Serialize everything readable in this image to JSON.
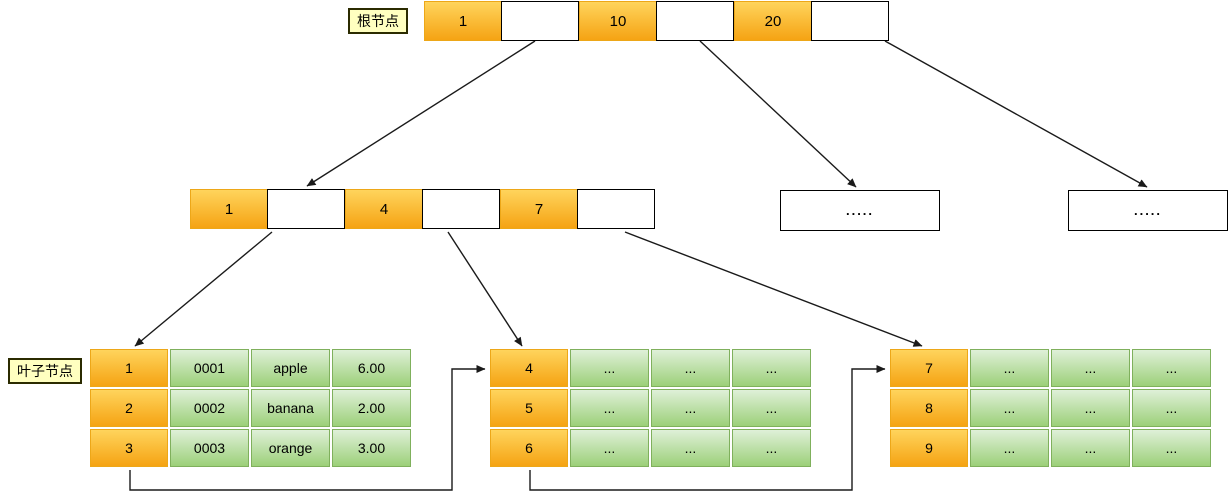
{
  "labels": {
    "root": "根节点",
    "leaf": "叶子节点"
  },
  "root_node": {
    "keys": [
      "1",
      "10",
      "20"
    ]
  },
  "internal_node": {
    "keys": [
      "1",
      "4",
      "7"
    ]
  },
  "ellipsis_nodes": [
    {
      "label": "....."
    },
    {
      "label": "....."
    }
  ],
  "leaf_tables": [
    {
      "rows": [
        [
          "1",
          "0001",
          "apple",
          "6.00"
        ],
        [
          "2",
          "0002",
          "banana",
          "2.00"
        ],
        [
          "3",
          "0003",
          "orange",
          "3.00"
        ]
      ]
    },
    {
      "rows": [
        [
          "4",
          "...",
          "...",
          "..."
        ],
        [
          "5",
          "...",
          "...",
          "..."
        ],
        [
          "6",
          "...",
          "...",
          "..."
        ]
      ]
    },
    {
      "rows": [
        [
          "7",
          "...",
          "...",
          "..."
        ],
        [
          "8",
          "...",
          "...",
          "..."
        ],
        [
          "9",
          "...",
          "...",
          "..."
        ]
      ]
    }
  ],
  "colors": {
    "key_cell_orange_top": "#ffd45c",
    "key_cell_orange_bottom": "#f5a313",
    "value_cell_green_top": "#dff0d8",
    "value_cell_green_bottom": "#9cd079",
    "label_yellow": "#ffffc0",
    "connector_black": "#1a1a1a"
  }
}
